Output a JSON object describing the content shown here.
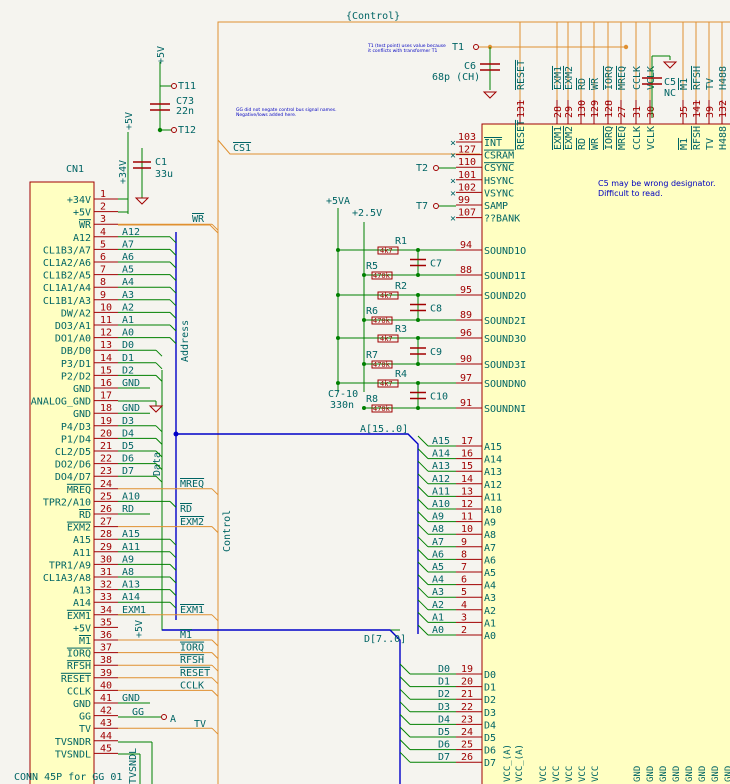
{
  "labels": {
    "control_top": "{Control}",
    "t1_note_line1": "T1 (test point) uses value because",
    "t1_note_line2": "it conflicts with transformer T1",
    "gg_note_line1": "GG did not negate control bus signal names.",
    "gg_note_line2": "Negative/lows added here.",
    "c5_note_line1": "C5 may be wrong designator.",
    "c5_note_line2": "Difficult to read.",
    "address_bus": "Address",
    "data_bus": "Data",
    "control_bus": "Control",
    "a_bus_label": "A[15..0]",
    "d_bus_label": "D[7..0]",
    "cs1": "CS1",
    "cn1_ref": "CN1",
    "cn1_value": "CONN 45P for GG 01",
    "c7_10_ref": "C7-10",
    "c7_10_value": "330n",
    "plus5v": "+5V",
    "plus34v": "+34V",
    "plus5va": "+5VA",
    "plus25v": "+2.5V",
    "wr_net": "WR",
    "mreq_net": "MREQ",
    "rd_net": "RD",
    "exm2_net": "EXM2",
    "exm1_net": "EXM1",
    "tv_net": "TV",
    "gg_net": "GG",
    "a_marker": "A",
    "tvsndl_bottom": "TVSNDL"
  },
  "top_components": {
    "t11": "T11",
    "t12": "T12",
    "c73_ref": "C73",
    "c73_val": "22n",
    "c1_ref": "C1",
    "c1_val": "33u",
    "t1": "T1",
    "c6_ref": "C6",
    "c6_val": "68p (CH)",
    "c5_ref": "C5",
    "c5_val": "NC",
    "t2": "T2",
    "t7": "T7"
  },
  "top_pins": [
    {
      "num": "131",
      "name": "RESET"
    },
    {
      "num": "28",
      "name": "EXM1"
    },
    {
      "num": "29",
      "name": "EXM2"
    },
    {
      "num": "130",
      "name": "RD"
    },
    {
      "num": "129",
      "name": "WR"
    },
    {
      "num": "128",
      "name": "IORQ"
    },
    {
      "num": "27",
      "name": "MREQ"
    },
    {
      "num": "31",
      "name": "CCLK"
    },
    {
      "num": "30",
      "name": "VCLK"
    },
    {
      "num": "35",
      "name": "M1"
    },
    {
      "num": "141",
      "name": "RFSH"
    },
    {
      "num": "39",
      "name": "TV"
    },
    {
      "num": "132",
      "name": "H488"
    }
  ],
  "left_ctrl_pins": [
    {
      "num": "103",
      "name": "INT"
    },
    {
      "num": "127",
      "name": "CSRAM"
    },
    {
      "num": "110",
      "name": "CSYNC"
    },
    {
      "num": "101",
      "name": "HSYNC"
    },
    {
      "num": "102",
      "name": "VSYNC"
    },
    {
      "num": "99",
      "name": "SAMP"
    },
    {
      "num": "107",
      "name": "??BANK"
    }
  ],
  "sound_pins": [
    {
      "num": "94",
      "name": "SOUND1O"
    },
    {
      "num": "88",
      "name": "SOUND1I"
    },
    {
      "num": "95",
      "name": "SOUND2O"
    },
    {
      "num": "89",
      "name": "SOUND2I"
    },
    {
      "num": "96",
      "name": "SOUND3O"
    },
    {
      "num": "90",
      "name": "SOUND3I"
    },
    {
      "num": "97",
      "name": "SOUNDNO"
    },
    {
      "num": "91",
      "name": "SOUNDNI"
    }
  ],
  "sound_parts": [
    {
      "r_top": "R1",
      "r_top_val": "4k7",
      "r_bot": "R5",
      "r_bot_val": "470k",
      "c": "C7"
    },
    {
      "r_top": "R2",
      "r_top_val": "4k7",
      "r_bot": "R6",
      "r_bot_val": "470k",
      "c": "C8"
    },
    {
      "r_top": "R3",
      "r_top_val": "4k7",
      "r_bot": "R7",
      "r_bot_val": "470k",
      "c": "C9"
    },
    {
      "r_top": "R4",
      "r_top_val": "4k7",
      "r_bot": "R8",
      "r_bot_val": "470k",
      "c": "C10"
    }
  ],
  "addr_pins": [
    {
      "net": "A15",
      "num": "17",
      "name": "A15"
    },
    {
      "net": "A14",
      "num": "16",
      "name": "A14"
    },
    {
      "net": "A13",
      "num": "15",
      "name": "A13"
    },
    {
      "net": "A12",
      "num": "14",
      "name": "A12"
    },
    {
      "net": "A11",
      "num": "13",
      "name": "A11"
    },
    {
      "net": "A10",
      "num": "12",
      "name": "A10"
    },
    {
      "net": "A9",
      "num": "11",
      "name": "A9"
    },
    {
      "net": "A8",
      "num": "10",
      "name": "A8"
    },
    {
      "net": "A7",
      "num": "9",
      "name": "A7"
    },
    {
      "net": "A6",
      "num": "8",
      "name": "A6"
    },
    {
      "net": "A5",
      "num": "7",
      "name": "A5"
    },
    {
      "net": "A4",
      "num": "6",
      "name": "A4"
    },
    {
      "net": "A3",
      "num": "5",
      "name": "A3"
    },
    {
      "net": "A2",
      "num": "4",
      "name": "A2"
    },
    {
      "net": "A1",
      "num": "3",
      "name": "A1"
    },
    {
      "net": "A0",
      "num": "2",
      "name": "A0"
    }
  ],
  "data_pins": [
    {
      "net": "D0",
      "num": "19",
      "name": "D0"
    },
    {
      "net": "D1",
      "num": "20",
      "name": "D1"
    },
    {
      "net": "D2",
      "num": "21",
      "name": "D2"
    },
    {
      "net": "D3",
      "num": "22",
      "name": "D3"
    },
    {
      "net": "D4",
      "num": "23",
      "name": "D4"
    },
    {
      "net": "D5",
      "num": "24",
      "name": "D5"
    },
    {
      "net": "D6",
      "num": "25",
      "name": "D6"
    },
    {
      "net": "D7",
      "num": "26",
      "name": "D7"
    }
  ],
  "bottom_pins": [
    "VCC_(A)",
    "VCC_(A)",
    "VCC",
    "VCC",
    "VCC",
    "VCC",
    "VCC",
    "GND",
    "GND",
    "GND",
    "GND",
    "GND",
    "GND",
    "GND",
    "GND"
  ],
  "cn1_pins": [
    {
      "num": "1",
      "name": "+34V",
      "net": ""
    },
    {
      "num": "2",
      "name": "+5V",
      "net": ""
    },
    {
      "num": "3",
      "name": "WR",
      "net": ""
    },
    {
      "num": "4",
      "name": "A12",
      "net": "A12"
    },
    {
      "num": "5",
      "name": "CL1B3/A7",
      "net": "A7"
    },
    {
      "num": "6",
      "name": "CL1A2/A6",
      "net": "A6"
    },
    {
      "num": "7",
      "name": "CL1B2/A5",
      "net": "A5"
    },
    {
      "num": "8",
      "name": "CL1A1/A4",
      "net": "A4"
    },
    {
      "num": "9",
      "name": "CL1B1/A3",
      "net": "A3"
    },
    {
      "num": "10",
      "name": "DW/A2",
      "net": "A2"
    },
    {
      "num": "11",
      "name": "DO3/A1",
      "net": "A1"
    },
    {
      "num": "12",
      "name": "DO1/A0",
      "net": "A0"
    },
    {
      "num": "13",
      "name": "DB/D0",
      "net": "D0"
    },
    {
      "num": "14",
      "name": "P3/D1",
      "net": "D1"
    },
    {
      "num": "15",
      "name": "P2/D2",
      "net": "D2"
    },
    {
      "num": "16",
      "name": "GND",
      "net": "GND"
    },
    {
      "num": "17",
      "name": "ANALOG_GND",
      "net": ""
    },
    {
      "num": "18",
      "name": "GND",
      "net": "GND"
    },
    {
      "num": "19",
      "name": "P4/D3",
      "net": "D3"
    },
    {
      "num": "20",
      "name": "P1/D4",
      "net": "D4"
    },
    {
      "num": "21",
      "name": "CL2/D5",
      "net": "D5"
    },
    {
      "num": "22",
      "name": "DO2/D6",
      "net": "D6"
    },
    {
      "num": "23",
      "name": "DO4/D7",
      "net": "D7"
    },
    {
      "num": "24",
      "name": "MREQ",
      "net": ""
    },
    {
      "num": "25",
      "name": "TPR2/A10",
      "net": "A10"
    },
    {
      "num": "26",
      "name": "RD",
      "net": "RD"
    },
    {
      "num": "27",
      "name": "EXM2",
      "net": ""
    },
    {
      "num": "28",
      "name": "A15",
      "net": "A15"
    },
    {
      "num": "29",
      "name": "A11",
      "net": "A11"
    },
    {
      "num": "30",
      "name": "TPR1/A9",
      "net": "A9"
    },
    {
      "num": "31",
      "name": "CL1A3/A8",
      "net": "A8"
    },
    {
      "num": "32",
      "name": "A13",
      "net": "A13"
    },
    {
      "num": "33",
      "name": "A14",
      "net": "A14"
    },
    {
      "num": "34",
      "name": "EXM1",
      "net": "EXM1"
    },
    {
      "num": "35",
      "name": "+5V",
      "net": ""
    },
    {
      "num": "36",
      "name": "M1",
      "net": ""
    },
    {
      "num": "37",
      "name": "IORQ",
      "net": ""
    },
    {
      "num": "38",
      "name": "RFSH",
      "net": ""
    },
    {
      "num": "39",
      "name": "RESET",
      "net": ""
    },
    {
      "num": "40",
      "name": "CCLK",
      "net": ""
    },
    {
      "num": "41",
      "name": "GND",
      "net": "GND"
    },
    {
      "num": "42",
      "name": "GG",
      "net": ""
    },
    {
      "num": "43",
      "name": "TV",
      "net": ""
    },
    {
      "num": "44",
      "name": "TVSNDR",
      "net": ""
    },
    {
      "num": "45",
      "name": "TVSNDL",
      "net": ""
    }
  ],
  "right_ctrl_labels": [
    "M1",
    "IORQ",
    "RFSH",
    "RESET",
    "CCLK"
  ]
}
